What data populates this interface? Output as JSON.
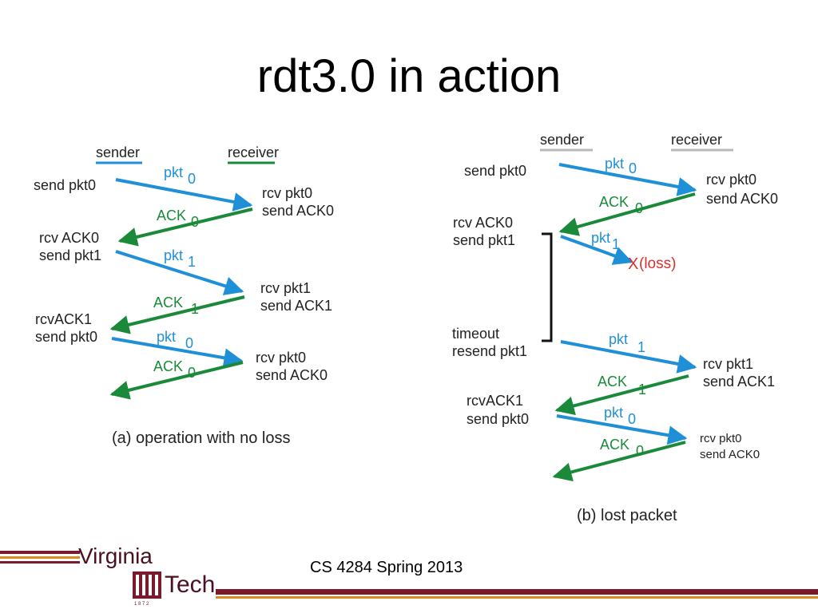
{
  "slide": {
    "title": "rdt3.0 in action",
    "footer": "CS 4284 Spring 2013"
  },
  "colors": {
    "sender": "#1f8fd8",
    "receiver": "#1a8a3a",
    "loss": "#d9302c",
    "brand_maroon": "#7a1a2c",
    "brand_orange": "#e08a1e"
  },
  "logo": {
    "line1": "Virginia",
    "line2": "Tech",
    "year": "1 8 7 2"
  },
  "diagram_a": {
    "sender_header": "sender",
    "receiver_header": "receiver",
    "caption": "(a) operation with no loss",
    "sender_labels": [
      "send pkt0",
      "rcv ACK0",
      "send pkt1",
      "rcvACK1",
      "send pkt0"
    ],
    "receiver_labels": [
      "rcv pkt0",
      "send ACK0",
      "rcv pkt1",
      "send ACK1",
      "rcv pkt0",
      "send ACK0"
    ],
    "messages": [
      {
        "text": "pkt",
        "sub": "0"
      },
      {
        "text": "ACK",
        "sub": "0"
      },
      {
        "text": "pkt",
        "sub": "1"
      },
      {
        "text": "ACK",
        "sub": "1"
      },
      {
        "text": "pkt",
        "sub": "0"
      },
      {
        "text": "ACK",
        "sub": "0"
      }
    ]
  },
  "diagram_b": {
    "sender_header": "sender",
    "receiver_header": "receiver",
    "caption": "(b) lost packet",
    "loss_marker": "X",
    "loss_text": "(loss)",
    "sender_labels": [
      "send pkt0",
      "rcv ACK0",
      "send pkt1",
      "timeout",
      "resend pkt1",
      "rcvACK1",
      "send pkt0"
    ],
    "receiver_labels": [
      "rcv pkt0",
      "send ACK0",
      "rcv pkt1",
      "send ACK1",
      "rcv pkt0",
      "send ACK0"
    ],
    "messages": [
      {
        "text": "pkt",
        "sub": "0"
      },
      {
        "text": "ACK",
        "sub": "0"
      },
      {
        "text": "pkt",
        "sub": "1"
      },
      {
        "text": "pkt",
        "sub": "1"
      },
      {
        "text": "ACK",
        "sub": "1"
      },
      {
        "text": "pkt",
        "sub": "0"
      },
      {
        "text": "ACK",
        "sub": "0"
      }
    ]
  }
}
